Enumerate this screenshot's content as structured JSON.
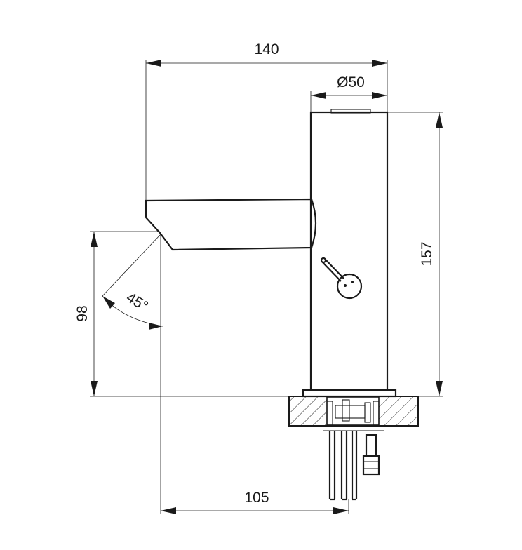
{
  "drawing": {
    "subject": "faucet side view technical drawing",
    "line_color": "#1a1a1a",
    "background": "#ffffff"
  },
  "dimensions": {
    "overall_width": "140",
    "body_diameter": "Ø50",
    "body_height": "157",
    "spout_height": "98",
    "spout_angle": "45°",
    "spout_reach": "105"
  }
}
